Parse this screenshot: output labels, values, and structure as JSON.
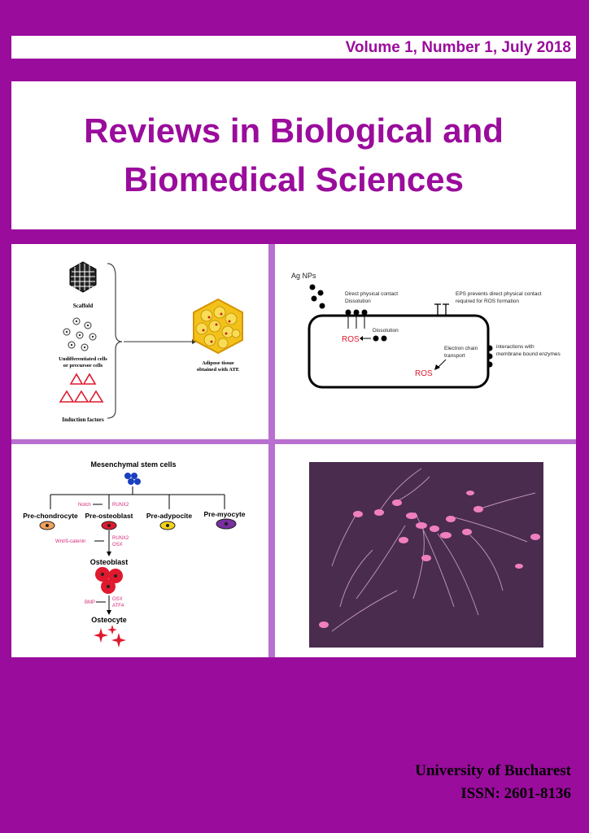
{
  "issue": "Volume 1, Number 1, July 2018",
  "journal_title": "Reviews in Biological and Biomedical Sciences",
  "figure1": {
    "scaffold": "Scaffold",
    "cells_line1": "Undifferentiated cells",
    "cells_line2": "or precursor cells",
    "induction": "Induction factors",
    "result_line1": "Adipose tissue",
    "result_line2": "obtained with ATE"
  },
  "figure2": {
    "ag_nps": "Ag NPs",
    "direct_contact": "Direct physical contact",
    "dissolution_top": "Dissolution",
    "eps_line1": "EPS prevents direct physical contact",
    "eps_line2": "required for ROS formation",
    "ros": "ROS",
    "dissolution_inner": "Dissolution",
    "electron_line1": "Electron chain",
    "electron_line2": "transport",
    "interactions_line1": "interactions with",
    "interactions_line2": "membrane bound enzymes"
  },
  "figure3": {
    "msc": "Mesenchymal stem cells",
    "notch": "Notch",
    "runx2": "RUNX2",
    "pre_chondrocyte": "Pre-chondrocyte",
    "pre_osteoblast": "Pre-osteoblast",
    "pre_adypocite": "Pre-adypocite",
    "pre_myocyte": "Pre-myocyte",
    "wnt": "Wnt/ß-catenin",
    "runx2_b": "RUNX2",
    "osx": "OSX",
    "osteoblast": "Osteoblast",
    "bmp": "BMP",
    "osx_b": "OSX",
    "atf4": "ATF4",
    "osteocyte": "Osteocyte"
  },
  "publisher": "University of Bucharest",
  "issn": "ISSN: 2601-8136",
  "colors": {
    "brand_purple": "#9a0c9c",
    "accent_red": "#e0192e",
    "label_pink": "#d42a7a"
  }
}
